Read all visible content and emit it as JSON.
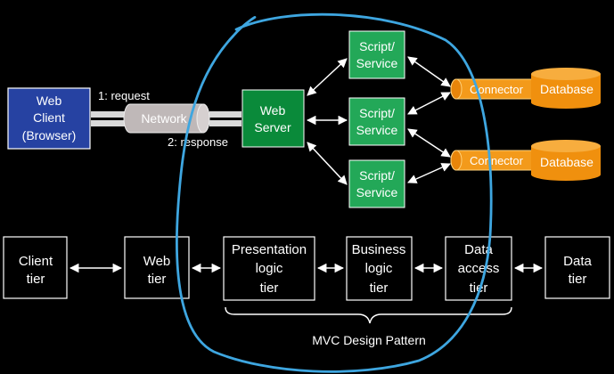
{
  "colors": {
    "background": "#000000",
    "web_client_fill": "#2642a2",
    "web_server_fill": "#0a8a3a",
    "script_fill": "#23a858",
    "database_fill": "#f0900e",
    "connector_fill": "#f39a1b",
    "network_fill": "#bfb8b8",
    "tier_border": "#ffffff",
    "annotation_stroke": "#3ea6e0"
  },
  "top": {
    "web_client": [
      "Web",
      "Client",
      "(Browser)"
    ],
    "request_label": "1: request",
    "response_label": "2: response",
    "network_label": "Network",
    "web_server": [
      "Web",
      "Server"
    ],
    "scripts": [
      [
        "Script/",
        "Service"
      ],
      [
        "Script/",
        "Service"
      ],
      [
        "Script/",
        "Service"
      ]
    ],
    "connectors": [
      "Connector",
      "Connector"
    ],
    "databases": [
      "Database",
      "Database"
    ]
  },
  "tiers": [
    [
      "Client",
      "tier"
    ],
    [
      "Web",
      "tier"
    ],
    [
      "Presentation",
      "logic",
      "tier"
    ],
    [
      "Business",
      "logic",
      "tier"
    ],
    [
      "Data",
      "access",
      "tier"
    ],
    [
      "Data",
      "tier"
    ]
  ],
  "brace_label": "MVC Design Pattern",
  "icons": {
    "arrows": "double-headed-arrow",
    "network": "pipe-cylinder",
    "database": "database-cylinder",
    "annotation": "hand-drawn-circle"
  }
}
